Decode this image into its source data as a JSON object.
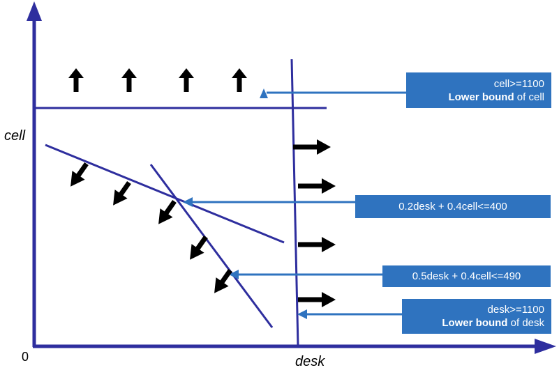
{
  "axes": {
    "x_label": "desk",
    "y_label": "cell",
    "origin_label": "0"
  },
  "callouts": {
    "cell_lower_bound": {
      "line1": "cell>=1100",
      "bold": "Lower bound",
      "rest": " of cell"
    },
    "constraint_1": {
      "text": "0.2desk + 0.4cell<=400"
    },
    "constraint_2": {
      "text": "0.5desk + 0.4cell<=490"
    },
    "desk_lower_bound": {
      "line1": "desk>=1100",
      "bold": "Lower bound",
      "rest": " of desk"
    }
  },
  "colors": {
    "axis": "#2e2e9e",
    "constraint_line": "#2e2e9e",
    "pointer_line": "#2f73bf",
    "callout_bg": "#2f73bf",
    "callout_text": "#ffffff",
    "arrow": "#000000"
  },
  "icons": {
    "direction_arrows": "arrow-icon"
  }
}
